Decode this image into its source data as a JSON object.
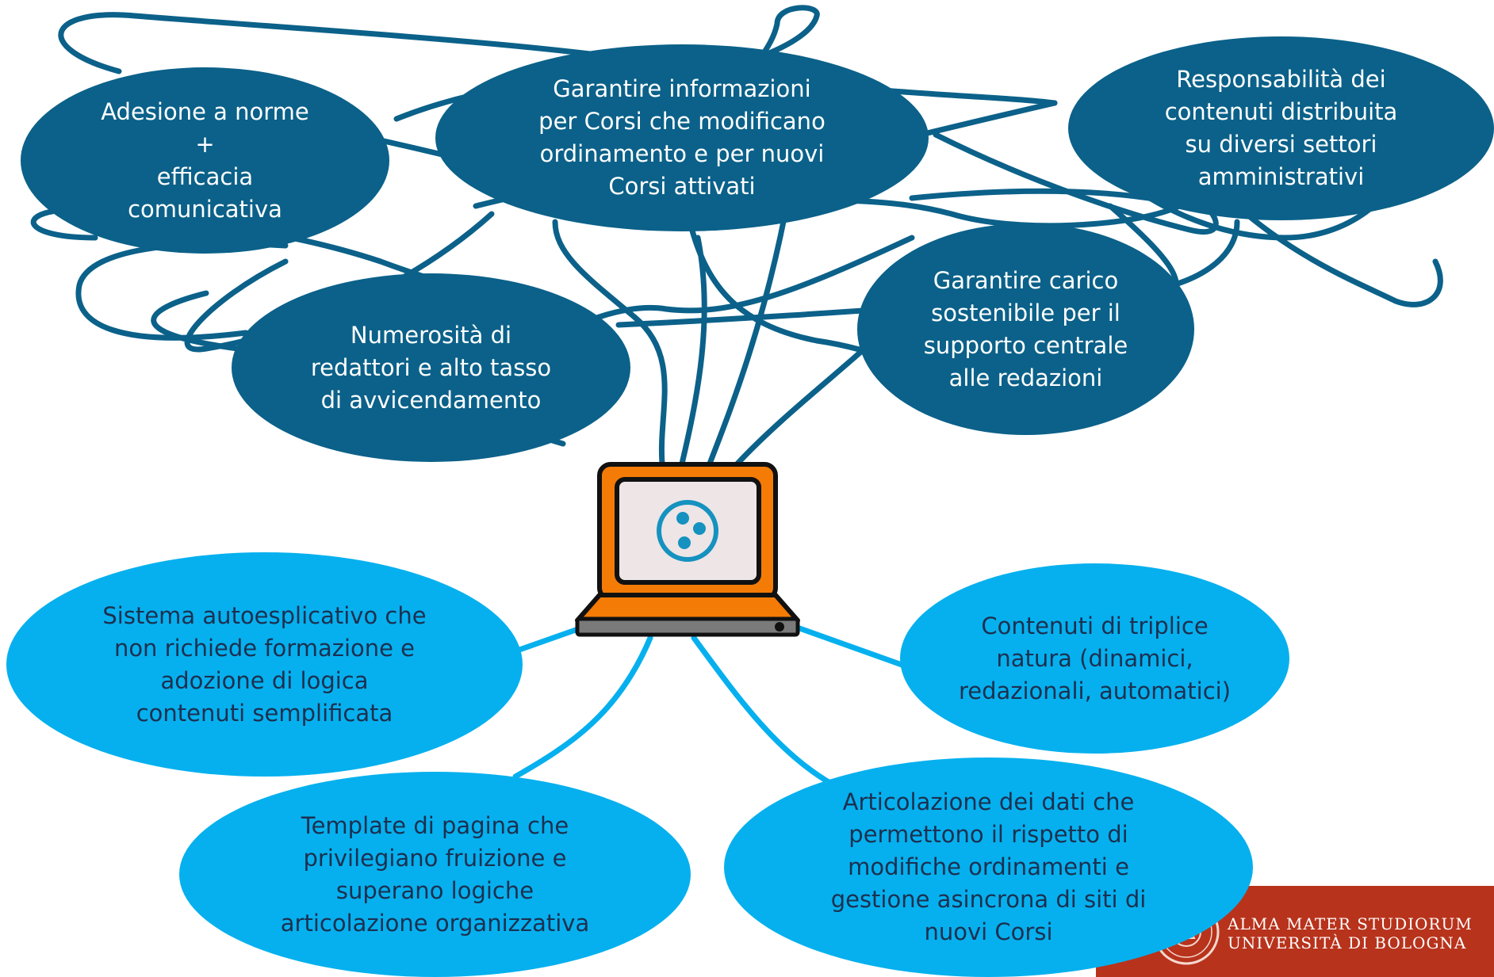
{
  "nodes_dark": [
    {
      "id": "adesione",
      "text": "Adesione a norme\n+\nefficacia\ncomunicativa"
    },
    {
      "id": "garantire-info",
      "text": "Garantire informazioni\nper Corsi che modificano\nordinamento e per nuovi\nCorsi attivati"
    },
    {
      "id": "responsabilita",
      "text": "Responsabilità dei\ncontenuti distribuita\nsu diversi settori\namministrativi"
    },
    {
      "id": "numerosita",
      "text": "Numerosità di\nredattori e alto tasso\ndi avvicendamento"
    },
    {
      "id": "garantire-carico",
      "text": "Garantire carico\nsostenibile per il\nsupporto centrale\nalle redazioni"
    }
  ],
  "nodes_light": [
    {
      "id": "sistema",
      "text": "Sistema autoesplicativo che\nnon richiede formazione e\nadozione di logica\ncontenuti semplificata"
    },
    {
      "id": "contenuti",
      "text": "Contenuti di triplice\nnatura (dinamici,\nredazionali, automatici)"
    },
    {
      "id": "template",
      "text": "Template di pagina che\nprivilegiano fruizione e\nsuperano logiche\narticolazione organizzativa"
    },
    {
      "id": "articolazione",
      "text": "Articolazione dei dati che\npermettono il rispetto di\nmodifiche ordinamenti e\ngestione asincrona di siti di\nnuovi Corsi"
    }
  ],
  "colors": {
    "dark_node": "#0b6189",
    "light_node": "#06b0ee",
    "laptop_body": "#f47b06",
    "footer_band": "#b8331c"
  },
  "icons": [
    "laptop-icon",
    "drupal-logo-icon",
    "university-seal-icon"
  ],
  "footer": {
    "logo_text": "ALMA MATER STUDIORUM\nUNIVERSITÀ DI BOLOGNA"
  }
}
